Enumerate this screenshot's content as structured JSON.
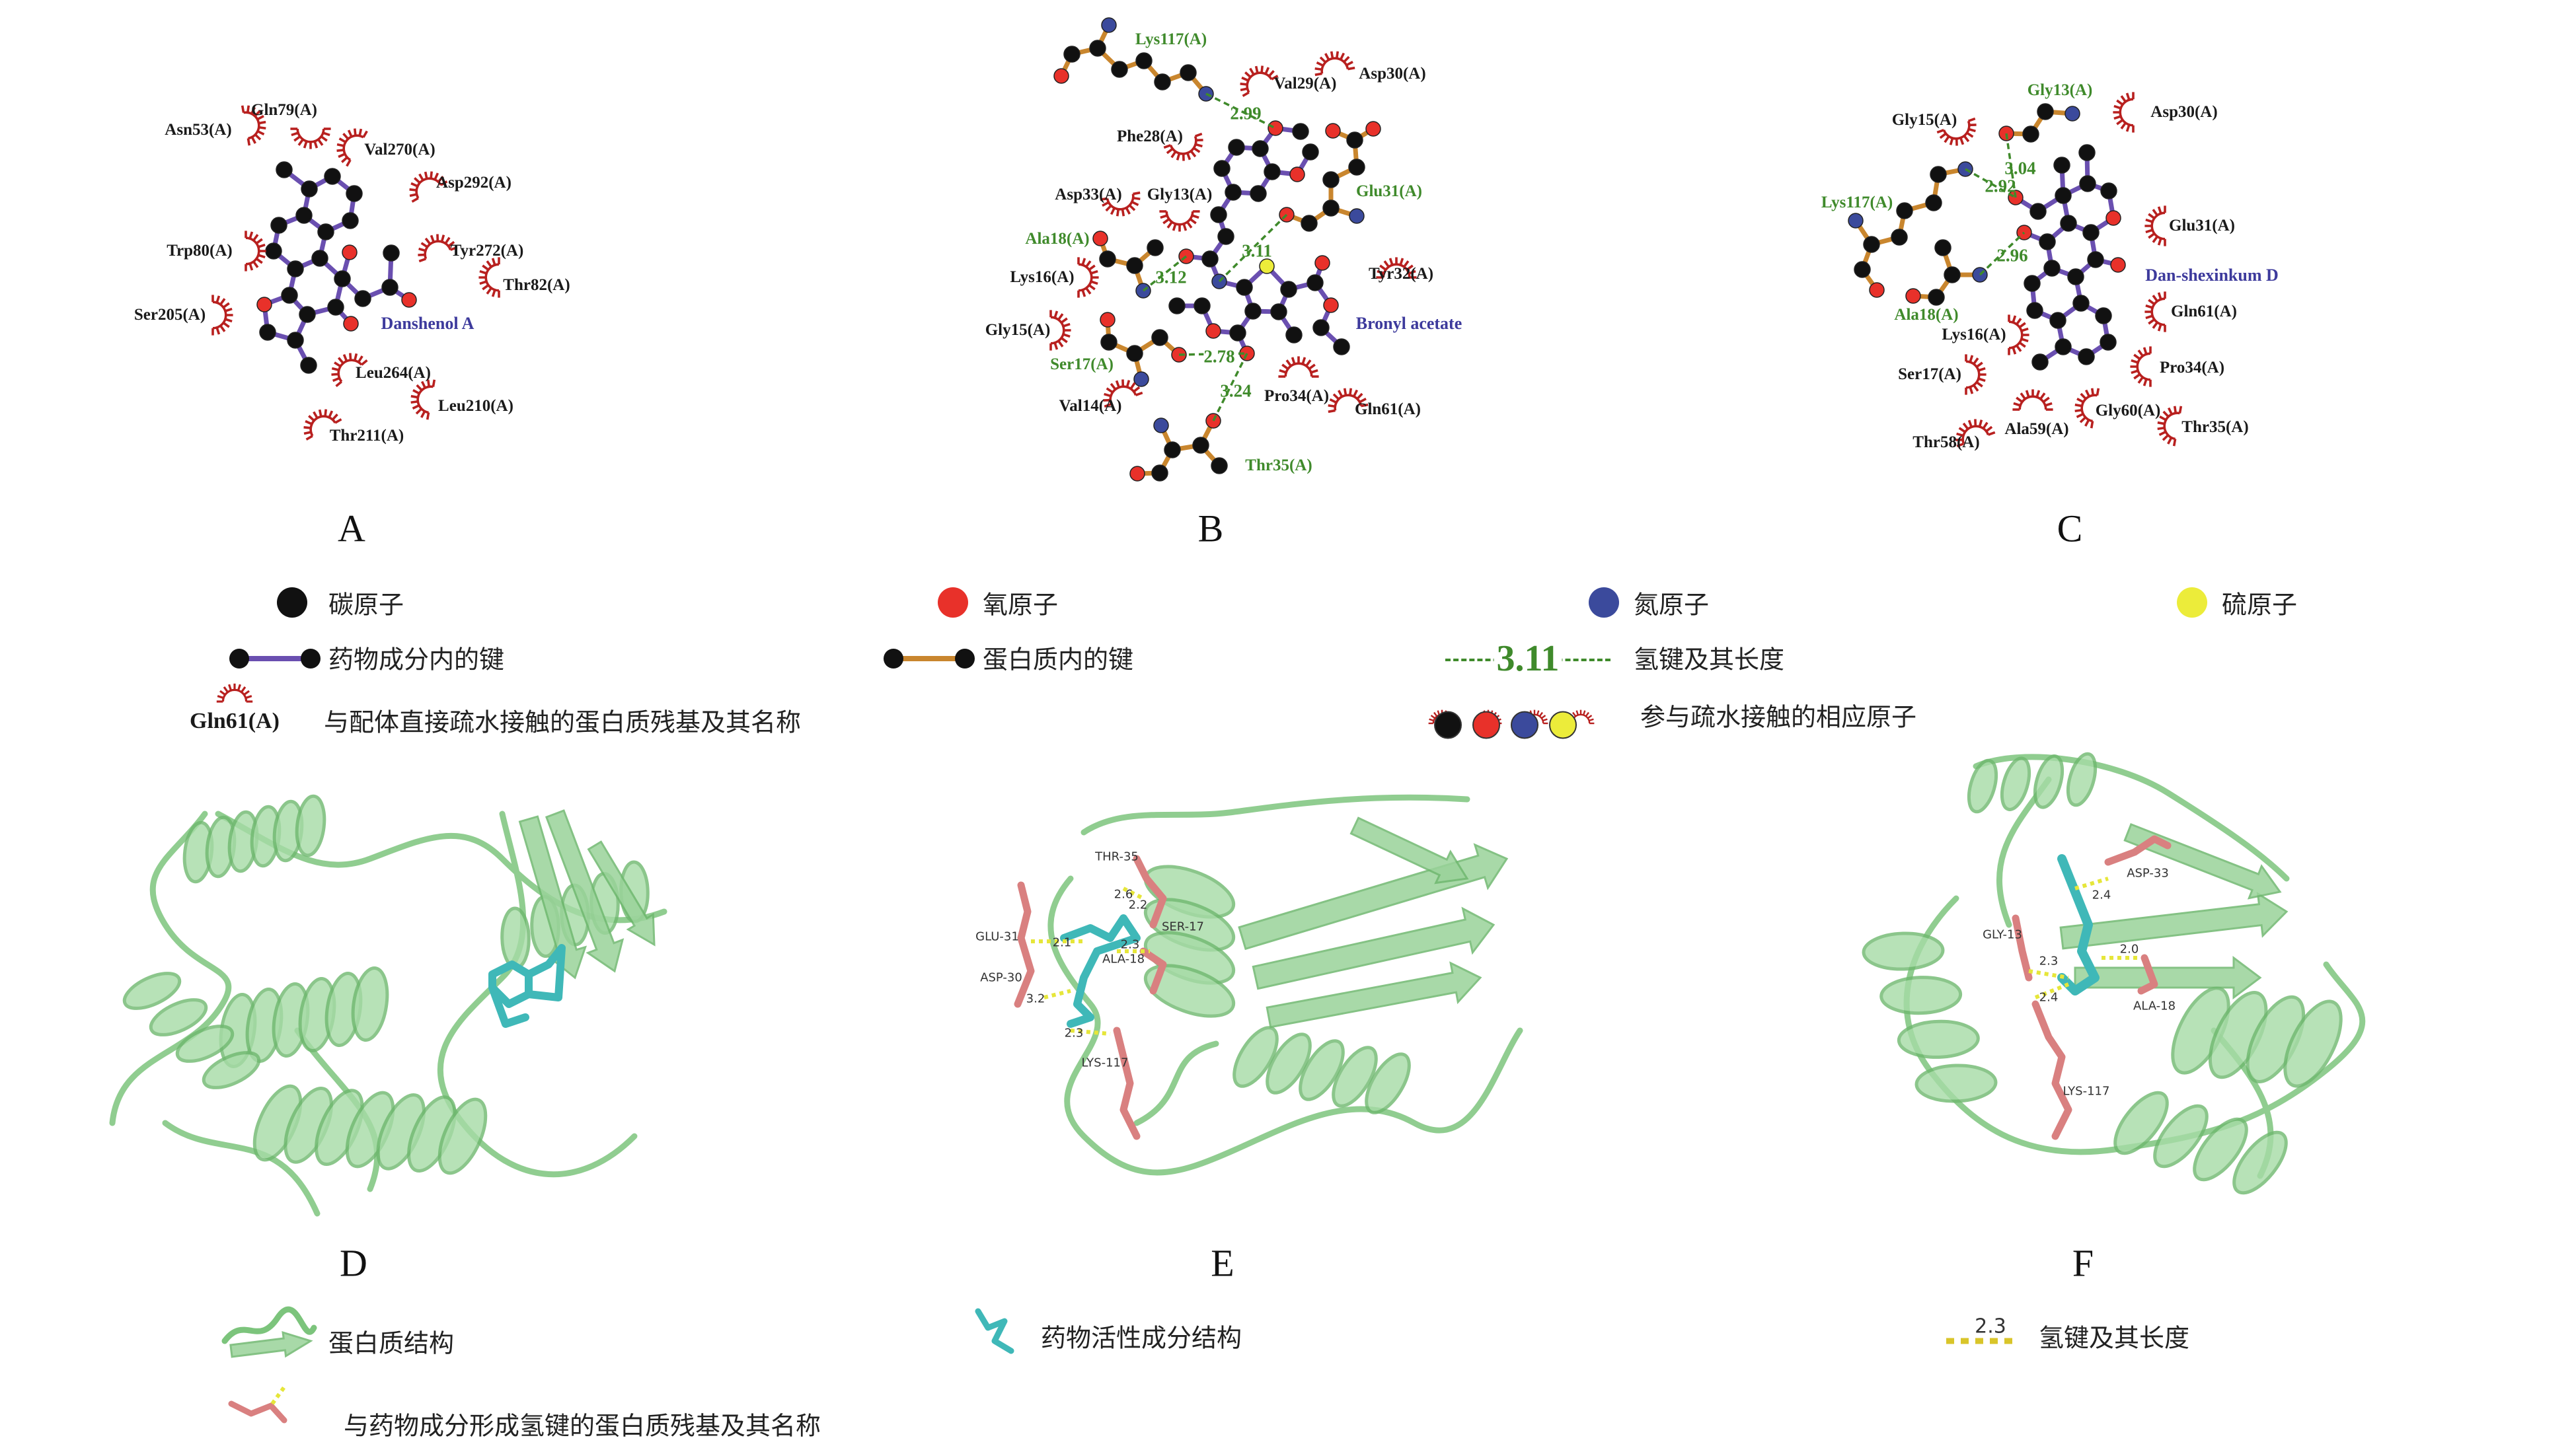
{
  "panels": {
    "A": {
      "label": "A",
      "ligand": "Danshenol A",
      "hydrophobic_residues": [
        "Asn53(A)",
        "Gln79(A)",
        "Val270(A)",
        "Asp292(A)",
        "Trp80(A)",
        "Tyr272(A)",
        "Thr82(A)",
        "Ser205(A)",
        "Leu264(A)",
        "Leu210(A)",
        "Thr211(A)"
      ]
    },
    "B": {
      "label": "B",
      "ligand": "Bronyl acetate",
      "hbond_residues": [
        "Lys117(A)",
        "Glu31(A)",
        "Ala18(A)",
        "Ser17(A)",
        "Thr35(A)"
      ],
      "hydrophobic_residues": [
        "Val29(A)",
        "Asp30(A)",
        "Phe28(A)",
        "Asp33(A)",
        "Gly13(A)",
        "Lys16(A)",
        "Tyr32(A)",
        "Gly15(A)",
        "Val14(A)",
        "Pro34(A)",
        "Gln61(A)"
      ],
      "hbond_distances": [
        "2.99",
        "3.11",
        "3.12",
        "2.78",
        "3.24"
      ]
    },
    "C": {
      "label": "C",
      "ligand": "Dan-shexinkum D",
      "hbond_residues": [
        "Gly13(A)",
        "Lys117(A)",
        "Ala18(A)"
      ],
      "hydrophobic_residues": [
        "Gly15(A)",
        "Asp30(A)",
        "Glu31(A)",
        "Gln61(A)",
        "Lys16(A)",
        "Pro34(A)",
        "Ser17(A)",
        "Gly60(A)",
        "Thr35(A)",
        "Ala59(A)",
        "Thr58(A)"
      ],
      "hbond_distances": [
        "3.04",
        "2.92",
        "2.96"
      ]
    },
    "D": {
      "label": "D"
    },
    "E": {
      "label": "E",
      "residues": [
        "THR-35",
        "GLU-31",
        "SER-17",
        "ALA-18",
        "ASP-30",
        "LYS-117"
      ],
      "hbond_distances": [
        "2.6",
        "2.2",
        "2.1",
        "2.3",
        "3.2",
        "2.3"
      ]
    },
    "F": {
      "label": "F",
      "residues": [
        "ASP-33",
        "GLY-13",
        "ALA-18",
        "LYS-117"
      ],
      "hbond_distances": [
        "2.4",
        "2.3",
        "2.0",
        "2.4"
      ]
    }
  },
  "legend_2d": {
    "carbon": "碳原子",
    "oxygen": "氧原子",
    "nitrogen": "氮原子",
    "sulfur": "硫原子",
    "ligand_bond": "药物成分内的键",
    "protein_bond": "蛋白质内的键",
    "hbond_sample": "3.11",
    "hbond": "氢键及其长度",
    "hydrophobic_sample": "Gln61(A)",
    "hydrophobic_residue": "与配体直接疏水接触的蛋白质残基及其名称",
    "hydrophobic_atoms": "参与疏水接触的相应原子"
  },
  "legend_3d": {
    "protein": "蛋白质结构",
    "drug": "药物活性成分结构",
    "hbond_sample": "2.3",
    "hbond": "氢键及其长度",
    "hbond_residue": "与药物成分形成氢键的蛋白质残基及其名称"
  },
  "colors": {
    "carbon": "#111111",
    "oxygen": "#e8312a",
    "nitrogen": "#3b4a9c",
    "sulfur": "#ecec3a",
    "ligand_bond": "#6a4fb0",
    "protein_bond": "#c9862e",
    "hbond": "#3f8a2b",
    "hydrophobic": "#b8201f",
    "ribbon": "#8fd08f",
    "drug": "#3fb8b8",
    "residue": "#d98080"
  }
}
